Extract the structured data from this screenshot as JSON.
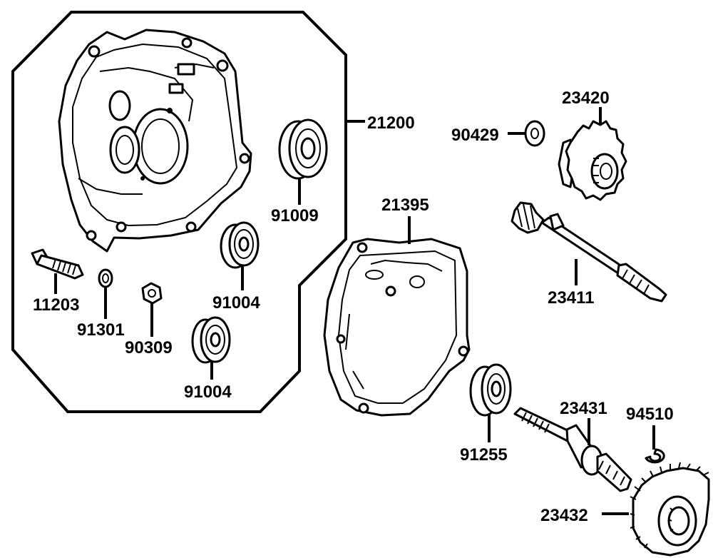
{
  "labels": {
    "housing_assembly": "21200",
    "gasket": "21395",
    "washer_top": "90429",
    "gear_top": "23420",
    "drive_shaft": "23411",
    "bearing_large": "91009",
    "bearing_mid": "91004",
    "bearing_low": "91004",
    "stud_bolt": "11203",
    "small_washer": "91301",
    "nut": "90309",
    "bearing_right": "91255",
    "output_shaft": "23431",
    "circlip": "94510",
    "final_gear": "23432"
  },
  "colors": {
    "ink": "#000000",
    "paper": "#ffffff"
  }
}
